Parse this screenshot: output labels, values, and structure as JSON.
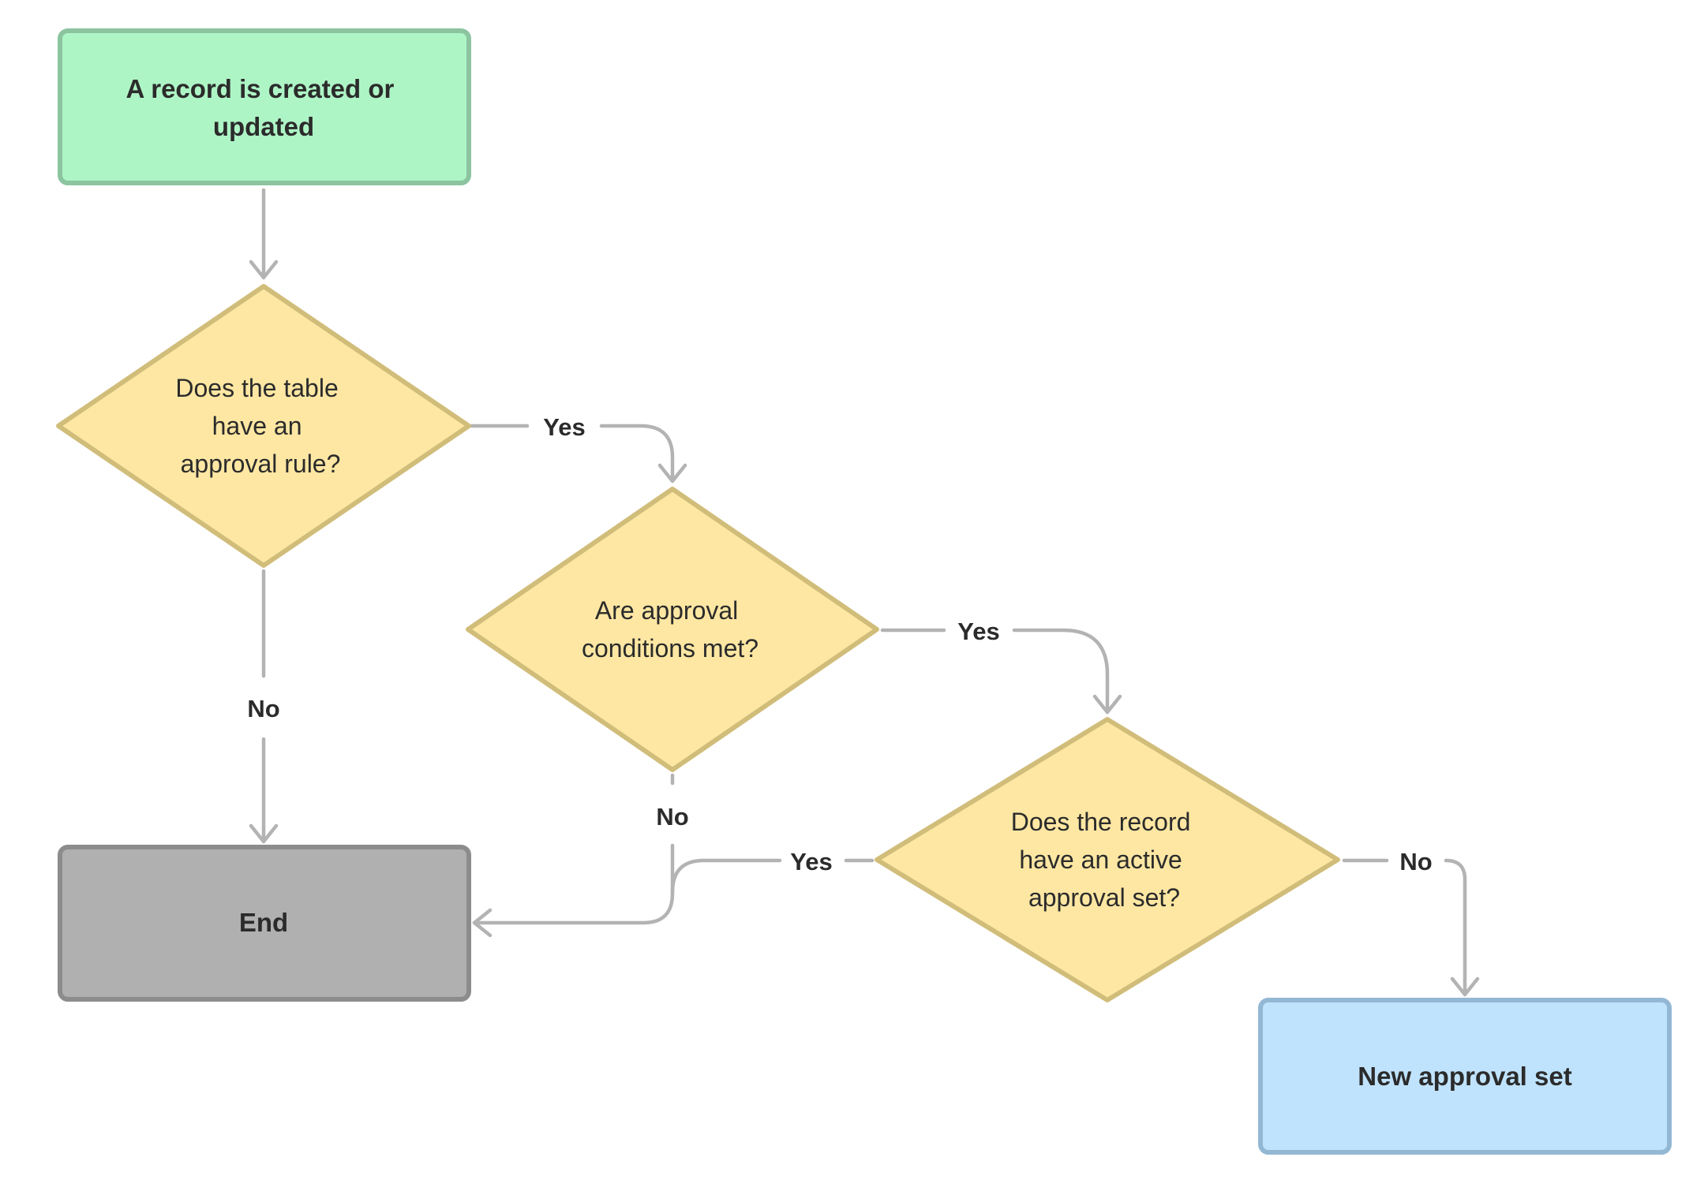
{
  "nodes": {
    "start": {
      "lines": [
        "A record is created or",
        "updated"
      ],
      "fill": "#aef5c6",
      "stroke": "#8cc4a0"
    },
    "has_rule": {
      "lines": [
        "Does the table",
        "have an",
        "approval rule?"
      ],
      "fill": "#fde7a3",
      "stroke": "#d1bd7a"
    },
    "conditions_met": {
      "lines": [
        "Are approval",
        "conditions met?"
      ],
      "fill": "#fde7a3",
      "stroke": "#d1bd7a"
    },
    "active_set": {
      "lines": [
        "Does the record",
        "have an active",
        "approval set?"
      ],
      "fill": "#fde7a3",
      "stroke": "#d1bd7a"
    },
    "end": {
      "lines": [
        "End"
      ],
      "fill": "#b0b0b0",
      "stroke": "#8c8c8c"
    },
    "new_set": {
      "lines": [
        "New approval set"
      ],
      "fill": "#c0e3fd",
      "stroke": "#93b8d4"
    }
  },
  "edges": {
    "rule_yes": "Yes",
    "rule_no": "No",
    "conditions_yes": "Yes",
    "conditions_no": "No",
    "active_yes": "Yes",
    "active_no": "No"
  },
  "colors": {
    "connector": "#b3b3b3",
    "text": "#2b2b2b",
    "background": "#ffffff"
  }
}
